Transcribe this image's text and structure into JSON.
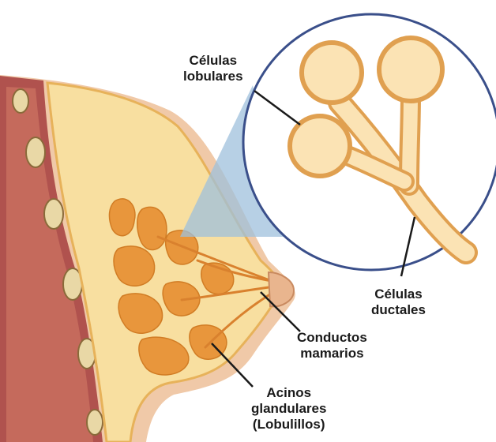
{
  "labels": {
    "lobular_cells": {
      "line1": "Células",
      "line2": "lobulares"
    },
    "ductal_cells": {
      "line1": "Células",
      "line2": "ductales"
    },
    "milk_ducts": {
      "line1": "Conductos",
      "line2": "mamarios"
    },
    "glandular_acini": {
      "line1": "Acinos",
      "line2": "glandulares",
      "line3": "(Lobulillos)"
    }
  },
  "colors": {
    "skin": "#f0c9a8",
    "muscle": "#b0524e",
    "fat": "#f8dfa0",
    "gland": "#e8963c",
    "zoom_cone": "#9fc0dc",
    "circle_outline": "#3a4f8a"
  }
}
